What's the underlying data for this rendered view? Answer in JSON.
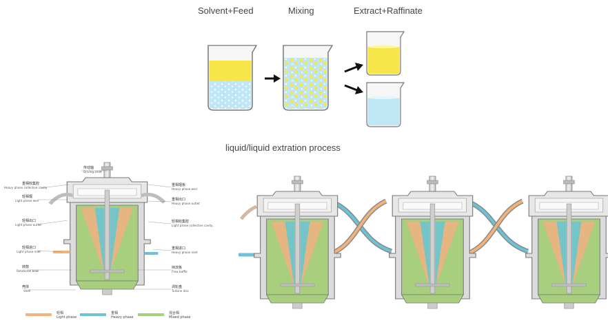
{
  "top_labels": {
    "solvent_feed": "Solvent+Feed",
    "mixing": "Mixing",
    "extract_raffinate": "Extract+Raffinate"
  },
  "caption": "liquid/liquid extration process",
  "callouts_left": [
    {
      "cn": "重相收集腔",
      "en": "Heavy phase collective cavity"
    },
    {
      "cn": "轻相堰",
      "en": "Light phase weir"
    },
    {
      "cn": "轻相出口",
      "en": "Light phase outlet"
    },
    {
      "cn": "轻相进口",
      "en": "Light phase inlet"
    },
    {
      "cn": "转鼓",
      "en": "Rotational bowl"
    },
    {
      "cn": "壳体",
      "en": "Shell"
    }
  ],
  "callouts_right": [
    {
      "cn": "重相堰板",
      "en": "Heavy phase weir"
    },
    {
      "cn": "重相出口",
      "en": "Heavy phase outlet"
    },
    {
      "cn": "轻相收集腔",
      "en": "Light phase collective cavity"
    },
    {
      "cn": "重相进口",
      "en": "Heavy phase inlet"
    },
    {
      "cn": "挡流板",
      "en": "Flow baffle"
    },
    {
      "cn": "涡轮盘",
      "en": "Turbine disc"
    }
  ],
  "callout_top": {
    "cn": "传动轴",
    "en": "Driving shaft"
  },
  "legend": [
    {
      "cn": "轻相",
      "en": "Light phase",
      "color": "#f2b27a"
    },
    {
      "cn": "重相",
      "en": "Heavy phase",
      "color": "#6cc3d5"
    },
    {
      "cn": "混合相",
      "en": "Mixed phase",
      "color": "#a8cf7e"
    }
  ],
  "colors": {
    "yellow": "#f6e64a",
    "light_blue": "#bfe6f5",
    "cyan": "#63c5d9",
    "orange": "#f2b27a",
    "green": "#a8cf7e",
    "arrow": "#111111"
  }
}
